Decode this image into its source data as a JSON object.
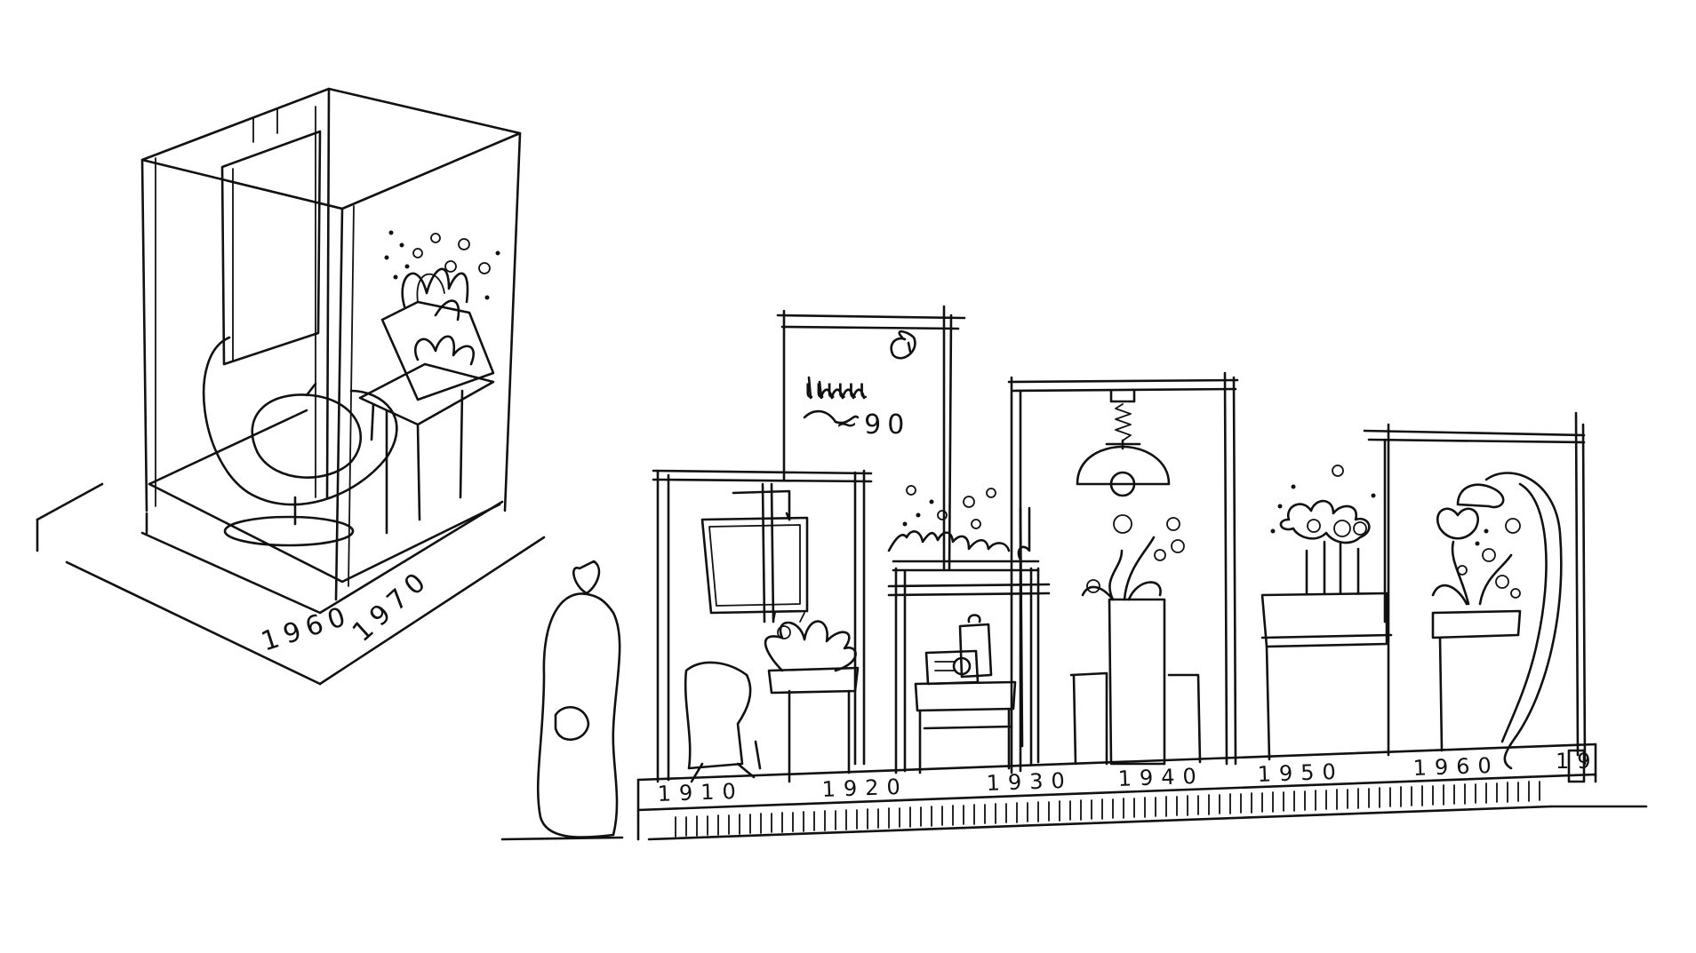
{
  "iso_view": {
    "year_labels": [
      "1960",
      "1970"
    ]
  },
  "elevation_view": {
    "decade_labels": [
      "1910",
      "1920",
      "1930",
      "1940",
      "1950",
      "1960",
      "19"
    ],
    "scribble_text": "ιιιιιι",
    "scribble_number": "~90"
  }
}
